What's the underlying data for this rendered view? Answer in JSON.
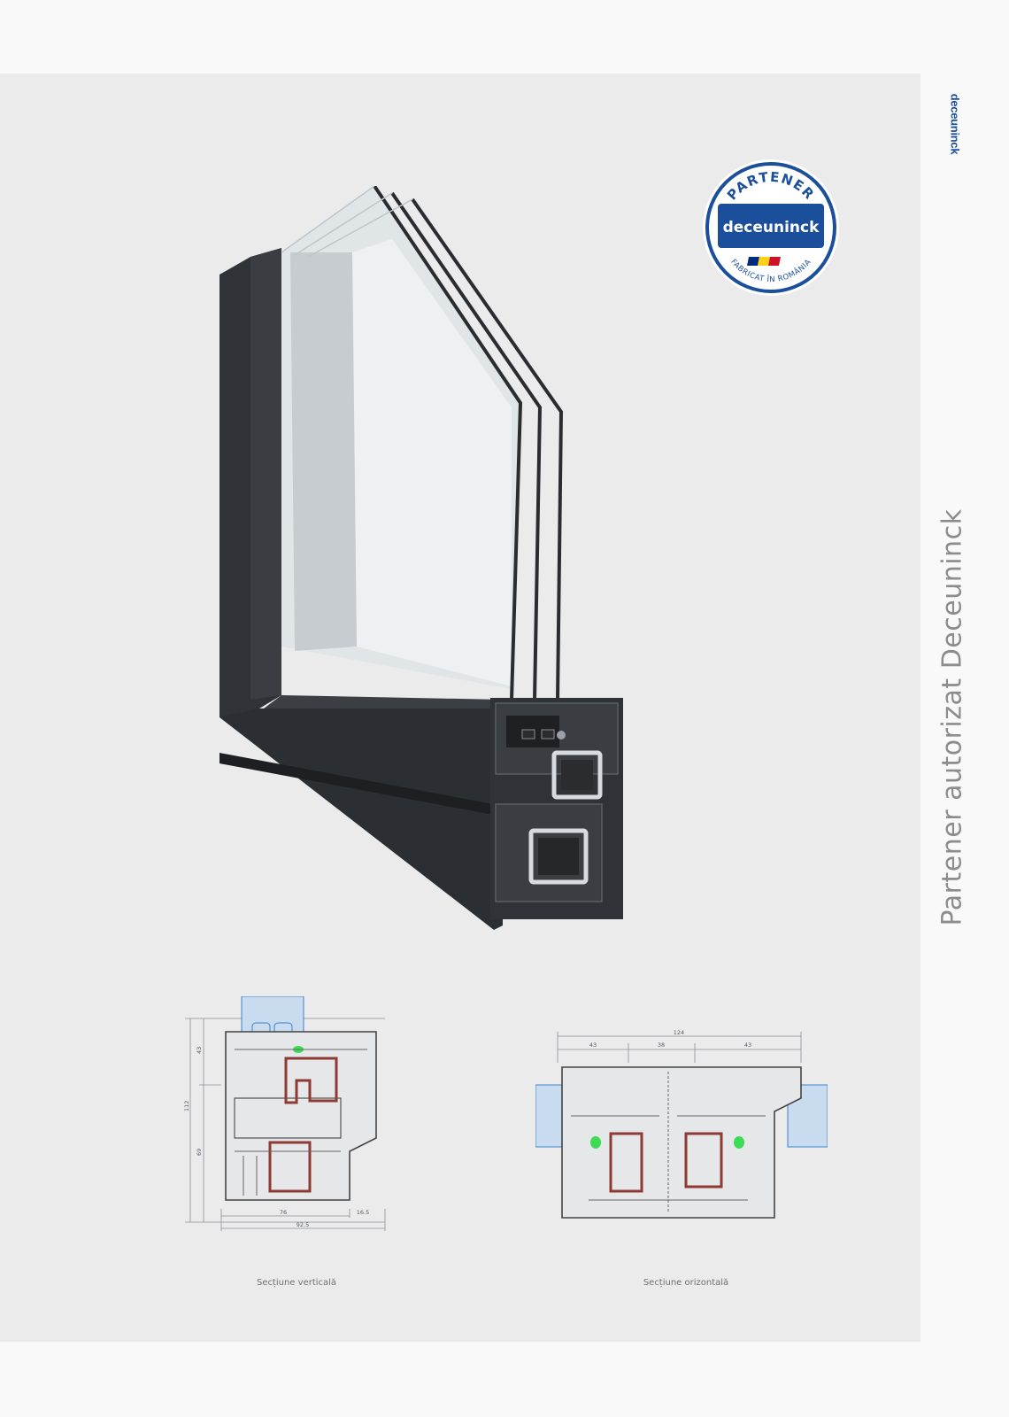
{
  "brand": {
    "name": "deceuninck",
    "color": "#1b4f9c"
  },
  "side_title": "Partener autorizat Deceuninck",
  "badge": {
    "top_text": "PARTENER",
    "logo_text": "deceuninck",
    "bottom_text": "FABRICAT ÎN ROMÂNIA",
    "flag_colors": [
      "#002b7f",
      "#fcd116",
      "#ce1126"
    ]
  },
  "hero": {
    "icon": "window-profile-cross-section-icon"
  },
  "sections": {
    "vertical": {
      "caption": "Secțiune verticală",
      "dims": {
        "total_height": "112",
        "upper": "43",
        "lower": "69",
        "width_76": "76",
        "width_16_5": "16.5",
        "width_92_5": "92.5"
      }
    },
    "horizontal": {
      "caption": "Secțiune orizontală",
      "dims": {
        "total": "124",
        "left": "43",
        "middle": "38",
        "right": "43"
      }
    }
  },
  "colors": {
    "panel_bg": "#ebebec",
    "profile_dark": "#2f3236",
    "glass": "#dfe4e8",
    "steel_red": "#8e3a35",
    "gasket_green": "#3ddc56"
  }
}
